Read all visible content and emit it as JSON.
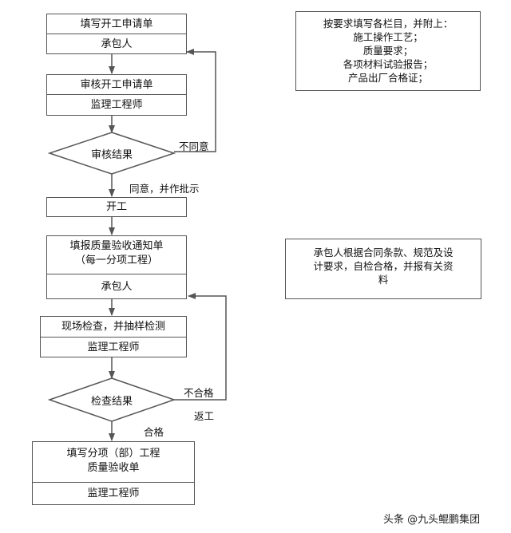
{
  "steps": {
    "s1": {
      "title": "填写开工申请单",
      "role": "承包人"
    },
    "s2": {
      "title": "审核开工申请单",
      "role": "监理工程师"
    },
    "d1": {
      "text": "审核结果"
    },
    "s3": {
      "title": "开工"
    },
    "s4": {
      "title_line1": "填报质量验收通知单",
      "title_line2": "（每一分项工程）",
      "role": "承包人"
    },
    "s5": {
      "title": "现场检查，并抽样检测",
      "role": "监理工程师"
    },
    "d2": {
      "text": "检查结果"
    },
    "s6": {
      "title_line1": "填写分项（部）工程",
      "title_line2": "质量验收单",
      "role": "监理工程师"
    }
  },
  "labels": {
    "disagree": "不同意",
    "agree": "同意，并作批示",
    "fail": "不合格",
    "rework": "返工",
    "pass": "合格"
  },
  "notes": {
    "n1": [
      "按要求填写各栏目，并附上：",
      "施工操作工艺；",
      "质量要求；",
      "各项材料试验报告；",
      "产品出厂合格证；"
    ],
    "n2": [
      "承包人根据合同条款、规范及设",
      "计要求，自检合格，并报有关资",
      "料"
    ]
  },
  "watermark": "头条 @九头鲲鹏集团"
}
